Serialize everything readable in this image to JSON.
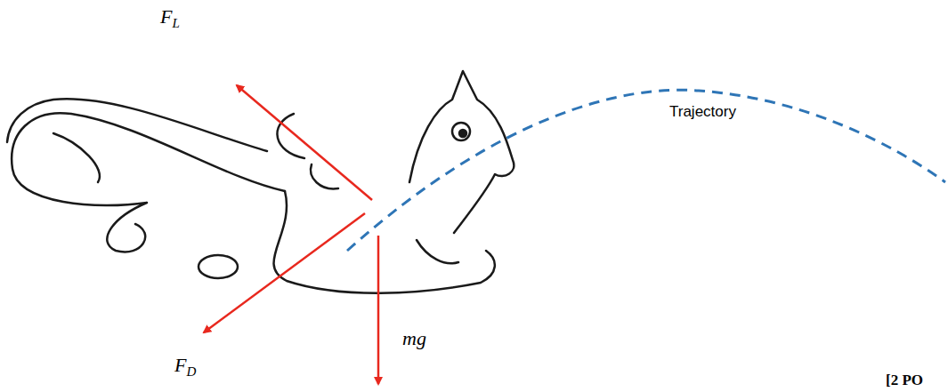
{
  "diagram": {
    "labels": [
      "FL",
      "FD",
      "mg",
      "Trajectory",
      "[2 PO"
    ]
  }
}
